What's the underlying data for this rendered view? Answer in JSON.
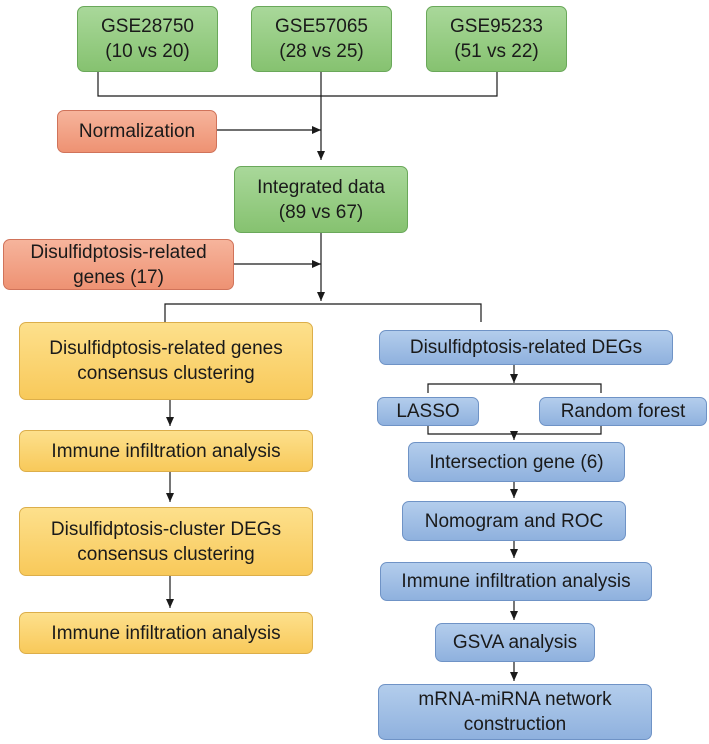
{
  "top": {
    "gse1": {
      "line1": "GSE28750",
      "line2": "(10 vs 20)"
    },
    "gse2": {
      "line1": "GSE57065",
      "line2": "(28 vs 25)"
    },
    "gse3": {
      "line1": "GSE95233",
      "line2": "(51 vs 22)"
    }
  },
  "normalization": "Normalization",
  "integrated": {
    "line1": "Integrated data",
    "line2": "(89 vs 67)"
  },
  "drg": {
    "line1": "Disulfidptosis-related",
    "line2": "genes (17)"
  },
  "left": {
    "clustering1": {
      "line1": "Disulfidptosis-related genes",
      "line2": "consensus clustering"
    },
    "immune1": "Immune infiltration analysis",
    "clustering2": {
      "line1": "Disulfidptosis-cluster DEGs",
      "line2": "consensus clustering"
    },
    "immune2": "Immune infiltration analysis"
  },
  "right": {
    "degs": "Disulfidptosis-related DEGs",
    "lasso": "LASSO",
    "random_forest": "Random forest",
    "intersection": "Intersection gene (6)",
    "nomogram": "Nomogram and ROC",
    "immune": "Immune infiltration analysis",
    "gsva": "GSVA analysis",
    "network": {
      "line1": "mRNA-miRNA network",
      "line2": "construction"
    }
  },
  "colors": {
    "green": "#8fc87a",
    "red": "#f19e80",
    "yellow": "#fbd36e",
    "blue": "#9dbbe3",
    "line": "#1a1a1a"
  }
}
